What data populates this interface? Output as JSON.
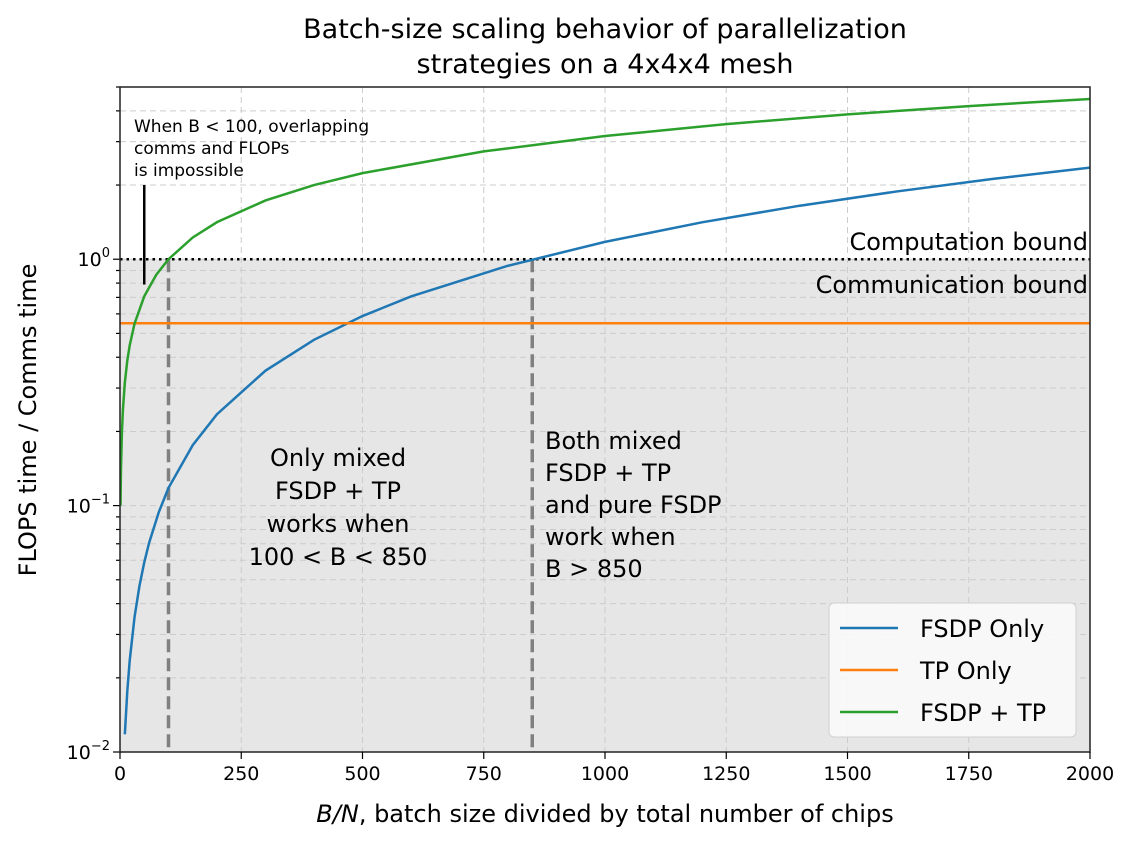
{
  "chart_data": {
    "type": "line",
    "title": [
      "Batch-size scaling behavior of parallelization",
      "strategies on a 4x4x4 mesh"
    ],
    "xlabel": "B/N, batch size divided by total number of chips",
    "xlabel_italic_part": "B/N",
    "xlabel_rest": ", batch size divided by total number of chips",
    "ylabel": "FLOPS time / Comms time",
    "xlim": [
      0,
      2000
    ],
    "ylim": [
      0.01,
      5
    ],
    "yscale": "log",
    "grid": true,
    "x_ticks": [
      "0",
      "250",
      "500",
      "750",
      "1000",
      "1250",
      "1500",
      "1750",
      "2000"
    ],
    "x_tick_values": [
      0,
      250,
      500,
      750,
      1000,
      1250,
      1500,
      1750,
      2000
    ],
    "y_ticks": [
      {
        "base": "10",
        "exp": "−2",
        "value": 0.01
      },
      {
        "base": "10",
        "exp": "−1",
        "value": 0.1
      },
      {
        "base": "10",
        "exp": "0",
        "value": 1
      }
    ],
    "series": [
      {
        "name": "FSDP Only",
        "color": "#1f77b4",
        "x": [
          10,
          15,
          20,
          30,
          40,
          50,
          60,
          80,
          100,
          150,
          200,
          300,
          400,
          500,
          600,
          800,
          1000,
          1200,
          1400,
          1600,
          1800,
          2000
        ],
        "y": [
          0.0118,
          0.0176,
          0.0235,
          0.0353,
          0.0471,
          0.0588,
          0.0706,
          0.0941,
          0.118,
          0.176,
          0.235,
          0.353,
          0.471,
          0.588,
          0.706,
          0.941,
          1.176,
          1.412,
          1.647,
          1.882,
          2.118,
          2.353
        ]
      },
      {
        "name": "TP Only",
        "color": "#ff7f0e",
        "x": [
          0,
          2000
        ],
        "y": [
          0.55,
          0.55
        ]
      },
      {
        "name": "FSDP + TP",
        "color": "#2ca02c",
        "x": [
          1,
          2,
          4,
          6,
          10,
          15,
          20,
          30,
          50,
          75,
          100,
          150,
          200,
          300,
          400,
          500,
          750,
          1000,
          1250,
          1500,
          1750,
          2000
        ],
        "y": [
          0.1,
          0.141,
          0.2,
          0.245,
          0.316,
          0.387,
          0.447,
          0.548,
          0.707,
          0.866,
          1,
          1.225,
          1.414,
          1.732,
          2,
          2.236,
          2.739,
          3.162,
          3.536,
          3.873,
          4.183,
          4.472
        ]
      }
    ],
    "threshold_y": 1,
    "shaded_below": 1,
    "vlines": [
      100,
      850
    ],
    "annotation_marker": {
      "x": 50,
      "y_from": 0.79,
      "y_to": 2.0
    },
    "legend_position": "lower-right",
    "annotations": {
      "computation_bound": "Computation bound",
      "communication_bound": "Communication bound",
      "overlap_note": [
        "When B < 100, overlapping",
        "comms and FLOPs",
        " is impossible"
      ],
      "mixed_only": [
        "Only mixed",
        "FSDP + TP",
        "works when",
        "100 < B < 850"
      ],
      "both": [
        "Both mixed",
        "FSDP + TP",
        "and pure FSDP",
        "work when",
        "B > 850"
      ]
    }
  }
}
